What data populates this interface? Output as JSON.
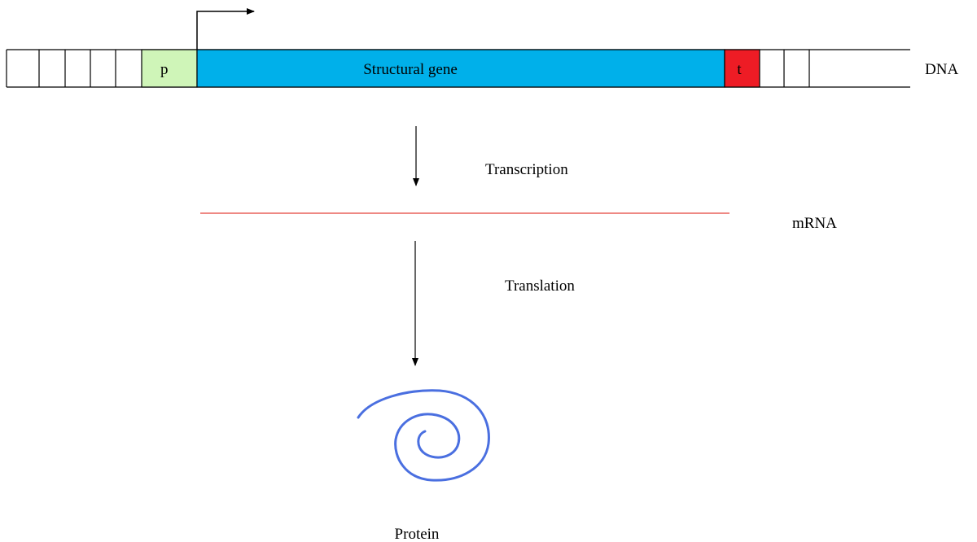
{
  "dna": {
    "label": "DNA",
    "promoter": {
      "label": "p",
      "color": "#cff5b8"
    },
    "structural_gene": {
      "label": "Structural gene",
      "color": "#00b0ea"
    },
    "terminator": {
      "label": "t",
      "color": "#ee1c25"
    }
  },
  "steps": {
    "transcription": "Transcription",
    "translation": "Translation"
  },
  "mrna": {
    "label": "mRNA",
    "color": "#e8625c"
  },
  "protein": {
    "label": "Protein",
    "color": "#4a6fe0"
  }
}
